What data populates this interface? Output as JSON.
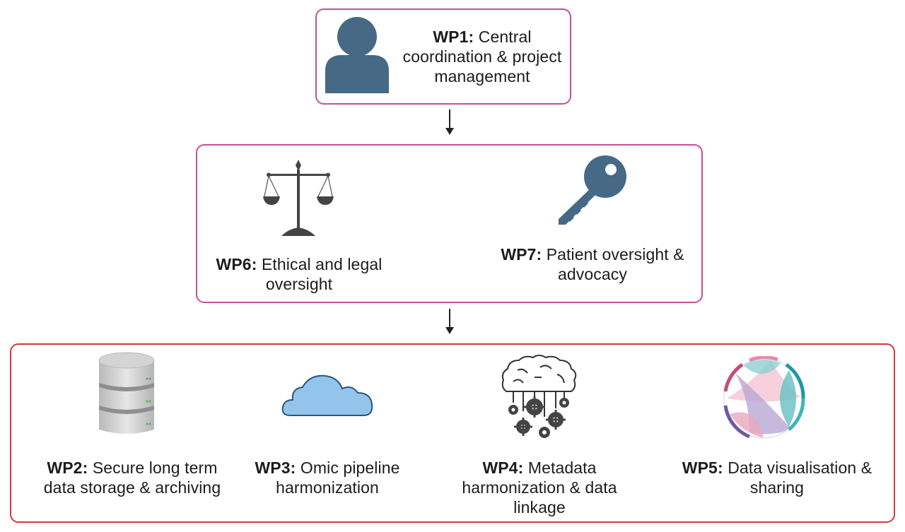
{
  "wp1": {
    "code": "WP1:",
    "text": "Central coordination & project management",
    "icon": "person-icon"
  },
  "wp6": {
    "code": "WP6:",
    "text": "Ethical and legal oversight",
    "icon": "scales-icon"
  },
  "wp7": {
    "code": "WP7:",
    "text": "Patient oversight & advocacy",
    "icon": "key-icon"
  },
  "wp2": {
    "code": "WP2:",
    "text": "Secure long term data storage & archiving",
    "icon": "database-icon"
  },
  "wp3": {
    "code": "WP3:",
    "text": "Omic pipeline harmonization",
    "icon": "cloud-icon"
  },
  "wp4": {
    "code": "WP4:",
    "text": "Metadata harmonization & data linkage",
    "icon": "brain-gears-icon"
  },
  "wp5": {
    "code": "WP5:",
    "text": "Data visualisation & sharing",
    "icon": "chord-diagram-icon"
  },
  "colors": {
    "top_border": "#c2519a",
    "bottom_border": "#d0393c",
    "icon_blue": "#466a85",
    "cloud_fill": "#93c4ec"
  }
}
